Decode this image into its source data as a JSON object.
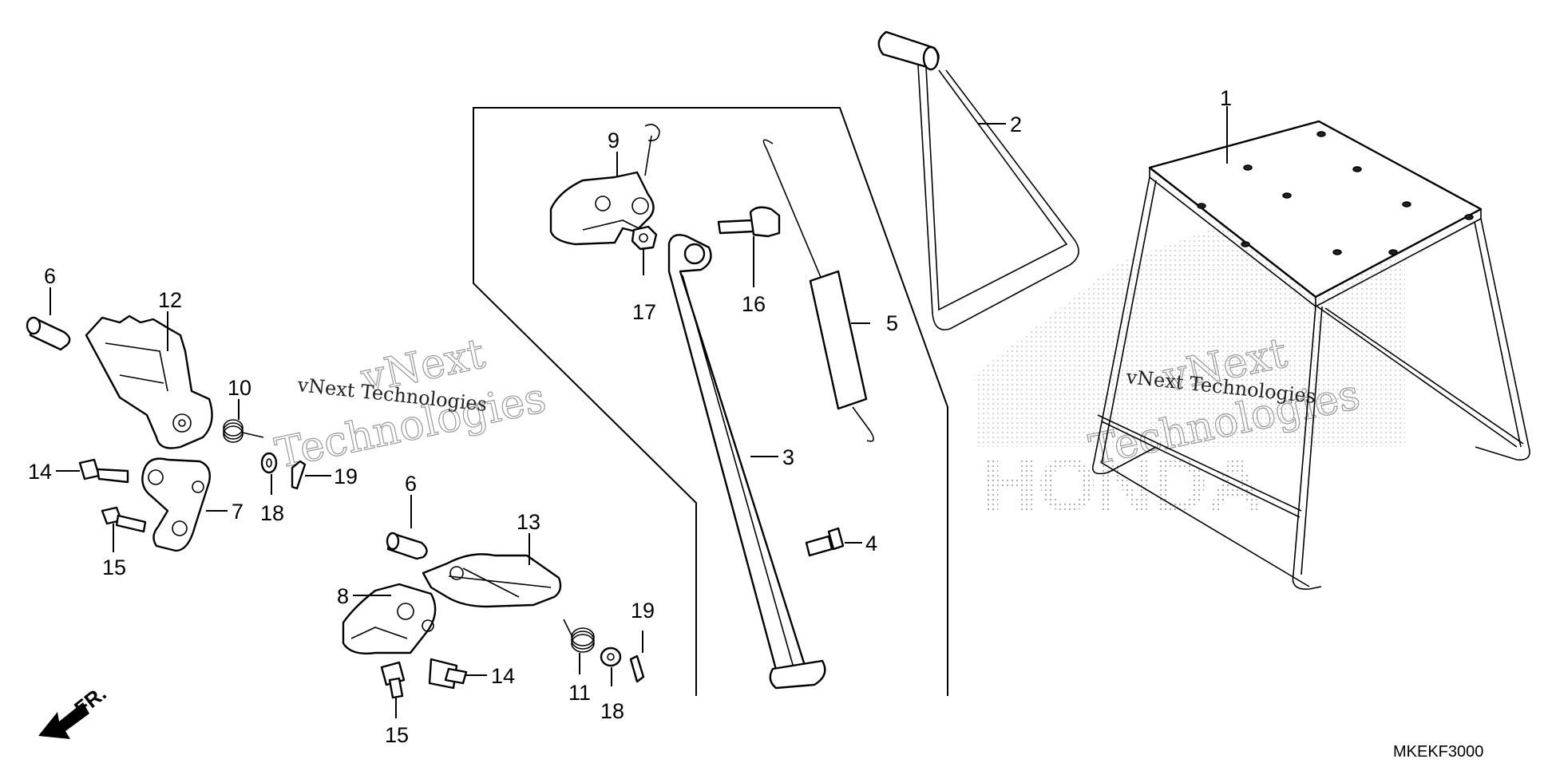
{
  "diagram": {
    "code": "MKEKF3000",
    "front_arrow_label": "FR.",
    "watermark_top": "vNext",
    "watermark_bottom": "Technologies",
    "watermark_caption": "vNext Technologies",
    "logo_text": "HONDA",
    "callouts": {
      "c1": "1",
      "c2": "2",
      "c3": "3",
      "c4": "4",
      "c5": "5",
      "c6a": "6",
      "c6b": "6",
      "c7": "7",
      "c8": "8",
      "c9": "9",
      "c10": "10",
      "c11": "11",
      "c12": "12",
      "c13": "13",
      "c14a": "14",
      "c14b": "14",
      "c15a": "15",
      "c15b": "15",
      "c16": "16",
      "c17": "17",
      "c18a": "18",
      "c18b": "18",
      "c19a": "19",
      "c19b": "19"
    }
  }
}
